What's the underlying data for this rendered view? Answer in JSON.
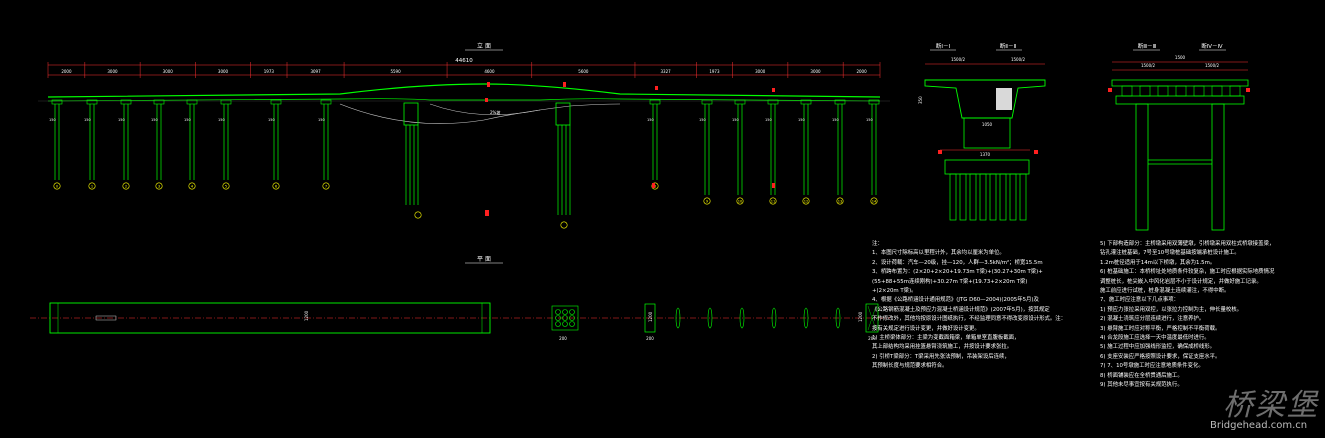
{
  "elevation": {
    "title": "立 面",
    "total_length": "44610",
    "segments": [
      "2000",
      "3000",
      "3000",
      "3000",
      "1973",
      "3097",
      "5590",
      "4600",
      "5600",
      "3327",
      "1973",
      "3000",
      "3000",
      "2000"
    ],
    "span_marks": [
      "150",
      "150",
      "150",
      "150",
      "150",
      "150",
      "150",
      "150",
      "150",
      "150",
      "150",
      "150",
      "150",
      "150"
    ],
    "pier_labels": [
      "0",
      "1",
      "2",
      "3",
      "4",
      "5",
      "6",
      "7",
      "8",
      "9",
      "10",
      "11",
      "12",
      "13",
      "14",
      "15",
      "16"
    ],
    "mid_label": "2%坡"
  },
  "plan": {
    "title": "平 面",
    "width_label": "1200",
    "pier_width": "200"
  },
  "section_a": {
    "titles": [
      "断Ⅰ－Ⅰ",
      "断Ⅱ－Ⅱ"
    ],
    "half_width_left": "1500/2",
    "half_width_right": "1500/2",
    "height": "350",
    "base_width": "1370",
    "top_width": "1050"
  },
  "section_b": {
    "titles": [
      "断Ⅲ－Ⅲ",
      "断Ⅳ－Ⅳ"
    ],
    "full_width": "1500",
    "half_width_left": "1500/2",
    "half_width_right": "1500/2"
  },
  "notes_col1": [
    "注：",
    "1、本图尺寸除标高以里程计外，其余均以厘米为单位。",
    "2、设计荷载：汽车—20级，挂—120，人群—3.5kN/m²；桥宽15.5m",
    "3、桥跨布置为：(2×20+2×20+19.73m T梁)+(30.27+30m T梁)+",
    "   (55+88+55m连续刚构)+30.27m T梁+(19.73+2×20m T梁)",
    "   +(2×20m T梁)。",
    "4、根据《公路桥涵设计通用规范》(JTG D60—2004)(2005年5月)及",
    "   《公路钢筋混凝土及预应力混凝土桥涵设计规范》(2007年5月)，按其规定",
    "   不作修改外，其他均按原设计图纸执行，不经监理同意不得改变原设计形式。注：",
    "   按有关规定进行设计变更，并做好设计变更。",
    "   1) 主桥梁体部分：主梁为变截面箱梁，单箱单室直腹板截面，",
    "   其上部结构均采用挂篮悬臂浇筑施工，并按设计要求张拉。",
    "   2) 引桥T梁部分：T梁采用先张法预制，吊装架设后连续，",
    "   其预制长度与规范要求相符合。"
  ],
  "notes_col2": [
    "5) 下部构造部分：主桥墩采用双薄壁墩，引桥墩采用双柱式桥墩接盖梁，",
    "   钻孔灌注桩基础，7号至10号墩桩基础按端承桩设计施工。",
    "   1.2m桩径适用于14m以下桥墩，其余为1.5m。",
    "6) 桩基础施工：本桥桥址处地质条件较复杂，施工时应根据实际地质情况",
    "   调整桩长，桩尖嵌入中风化岩层不小于设计规定，并做好施工记录。",
    "   施工前应进行试桩，桩身混凝土连续灌注，不得中断。",
    "7、施工时应注意以下几点事项：",
    "1) 预应力张拉采用双控，以张拉力控制为主，伸长量校核。",
    "2) 混凝土浇筑应分层连续进行，注意养护。",
    "3) 悬臂施工时应对称平衡，严格控制不平衡荷载。",
    "4) 合龙段施工应选择一天中温度最低时进行。",
    "5) 施工过程中应加强线形监控，确保成桥线形。",
    "6) 支座安装应严格按照设计要求，保证支座水平。",
    "7) 7、10号墩施工时应注意地质条件变化。",
    "8) 桥面铺装应在全桥贯通后施工。",
    "9) 其他未尽事宜按有关规范执行。"
  ],
  "watermark": {
    "logo": "桥梁堡",
    "url": "Bridgehead.com.cn"
  },
  "colors": {
    "background": "#000000",
    "structure": "#00ff00",
    "dimension": "#ff2020",
    "text": "#ffffff",
    "label_yellow": "#ffff00",
    "cyan": "#00ffff"
  }
}
